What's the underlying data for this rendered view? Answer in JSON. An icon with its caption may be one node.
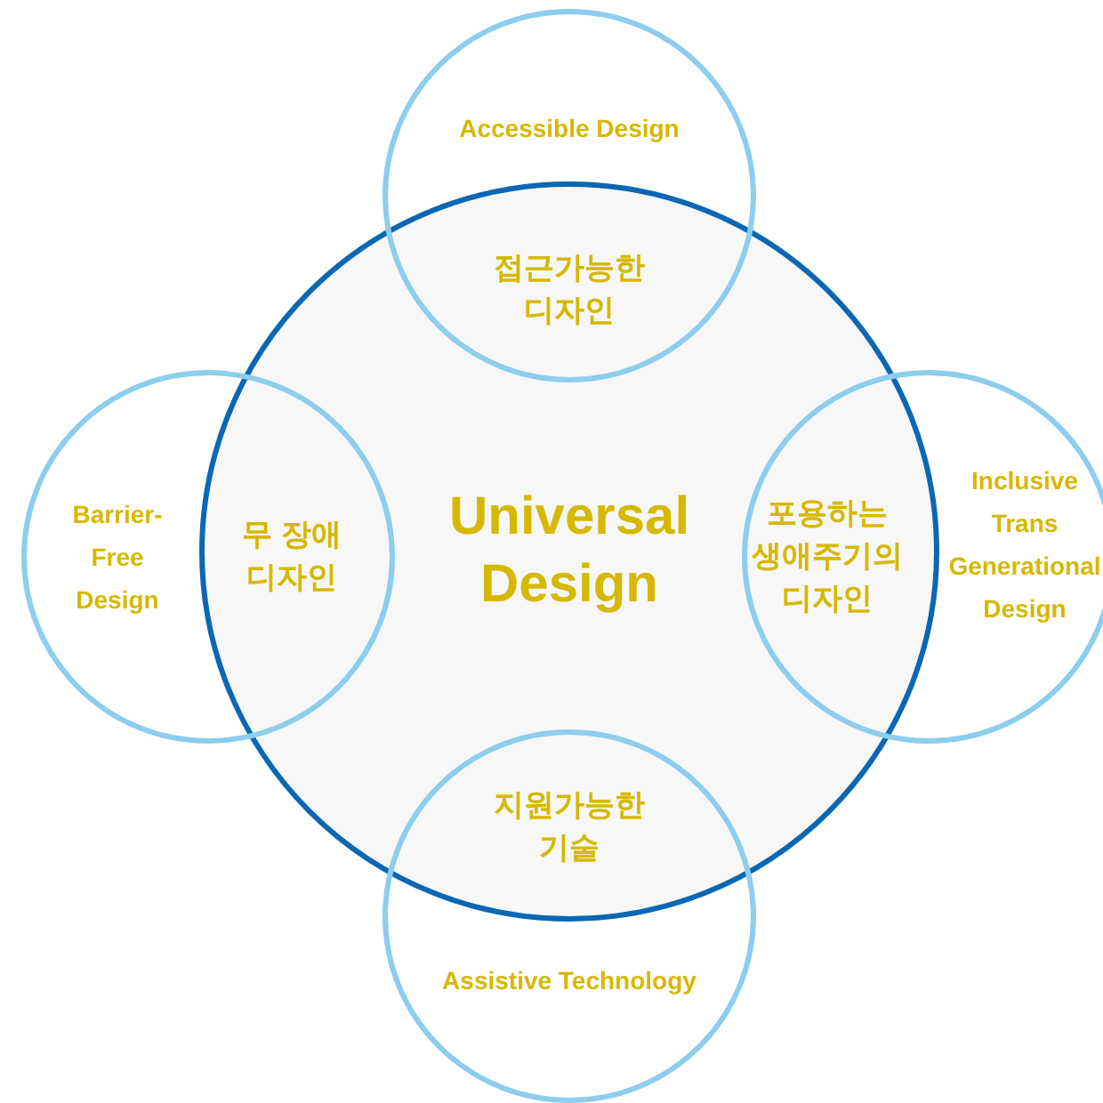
{
  "diagram": {
    "nodes": [
      {
        "text": [
          "Accessible Design",
          "접근가능한 디자인"
        ]
      },
      {
        "text": [
          "Barrier-Free Design",
          "무 장애 디자인"
        ]
      },
      {
        "text": [
          "Universal Design"
        ]
      },
      {
        "text": [
          "포용하는 생애주기의 디자인",
          "Inclusive Trans Generational Design"
        ]
      },
      {
        "text": [
          "지원가능한 기술",
          "Assistive Technology"
        ]
      }
    ]
  }
}
